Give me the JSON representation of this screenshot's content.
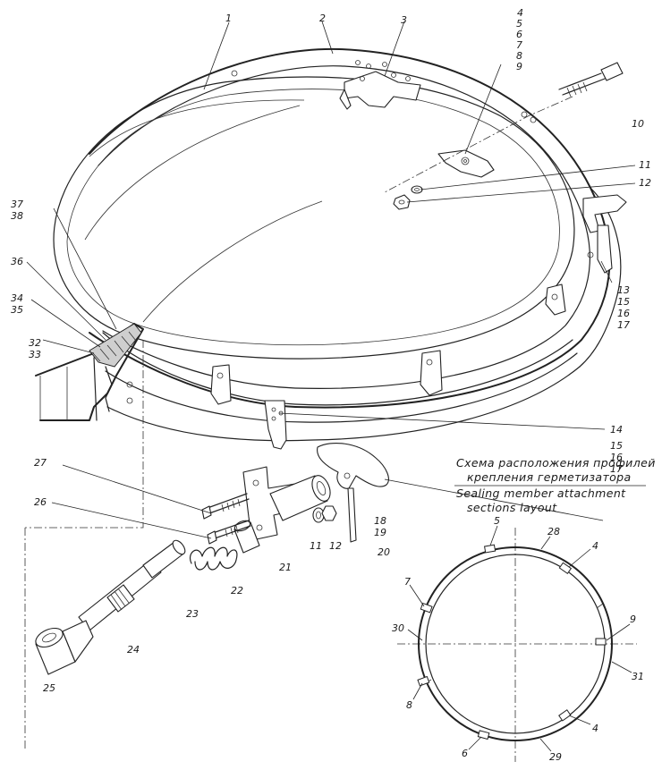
{
  "caption": {
    "line1": "Схема расположения профилей",
    "line2": "крепления герметизатора",
    "line3": "Sealing member attachment",
    "line4": "sections layout"
  },
  "callouts": {
    "c1": "1",
    "c2": "2",
    "c3": "3",
    "c4": "4",
    "c5": "5",
    "c6": "6",
    "c7": "7",
    "c8": "8",
    "c9": "9",
    "c10": "10",
    "c11": "11",
    "c12": "12",
    "c13": "13",
    "c15": "15",
    "c16": "16",
    "c17": "17",
    "c14": "14",
    "c15b": "15",
    "c16b": "16",
    "c17b": "17",
    "c18": "18",
    "c19": "19",
    "c20": "20",
    "c21": "21",
    "c22": "22",
    "c23": "23",
    "c24": "24",
    "c25": "25",
    "c26": "26",
    "c27": "27",
    "c11b": "11",
    "c12b": "12",
    "c32": "32",
    "c33": "33",
    "c34": "34",
    "c35": "35",
    "c36": "36",
    "c37": "37",
    "c38": "38"
  },
  "layout_labels": {
    "n5": "5",
    "n28": "28",
    "n4a": "4",
    "n7": "7",
    "n30": "30",
    "n9": "9",
    "n31": "31",
    "n8": "8",
    "n4b": "4",
    "n6": "6",
    "n29": "29"
  }
}
